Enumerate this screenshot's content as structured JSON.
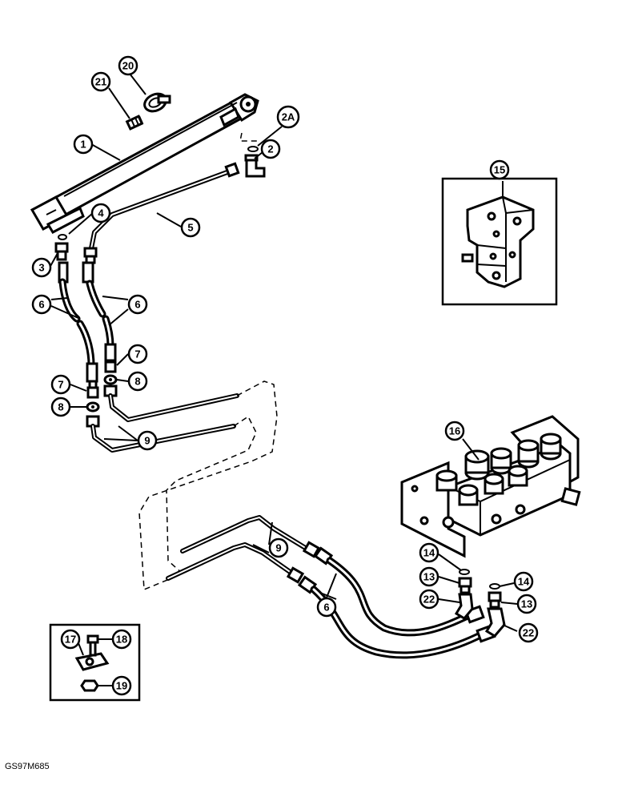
{
  "callouts": [
    {
      "id": "c1",
      "label": "1"
    },
    {
      "id": "c2",
      "label": "2"
    },
    {
      "id": "c2a",
      "label": "2A"
    },
    {
      "id": "c3",
      "label": "3"
    },
    {
      "id": "c4",
      "label": "4"
    },
    {
      "id": "c5",
      "label": "5"
    },
    {
      "id": "c6a",
      "label": "6"
    },
    {
      "id": "c6b",
      "label": "6"
    },
    {
      "id": "c6c",
      "label": "6"
    },
    {
      "id": "c7a",
      "label": "7"
    },
    {
      "id": "c7b",
      "label": "7"
    },
    {
      "id": "c8a",
      "label": "8"
    },
    {
      "id": "c8b",
      "label": "8"
    },
    {
      "id": "c9a",
      "label": "9"
    },
    {
      "id": "c9b",
      "label": "9"
    },
    {
      "id": "c13a",
      "label": "13"
    },
    {
      "id": "c13b",
      "label": "13"
    },
    {
      "id": "c14a",
      "label": "14"
    },
    {
      "id": "c14b",
      "label": "14"
    },
    {
      "id": "c15",
      "label": "15"
    },
    {
      "id": "c16",
      "label": "16"
    },
    {
      "id": "c17",
      "label": "17"
    },
    {
      "id": "c18",
      "label": "18"
    },
    {
      "id": "c19",
      "label": "19"
    },
    {
      "id": "c20",
      "label": "20"
    },
    {
      "id": "c21",
      "label": "21"
    },
    {
      "id": "c22a",
      "label": "22"
    },
    {
      "id": "c22b",
      "label": "22"
    }
  ],
  "drawing_code": "GS97M685"
}
